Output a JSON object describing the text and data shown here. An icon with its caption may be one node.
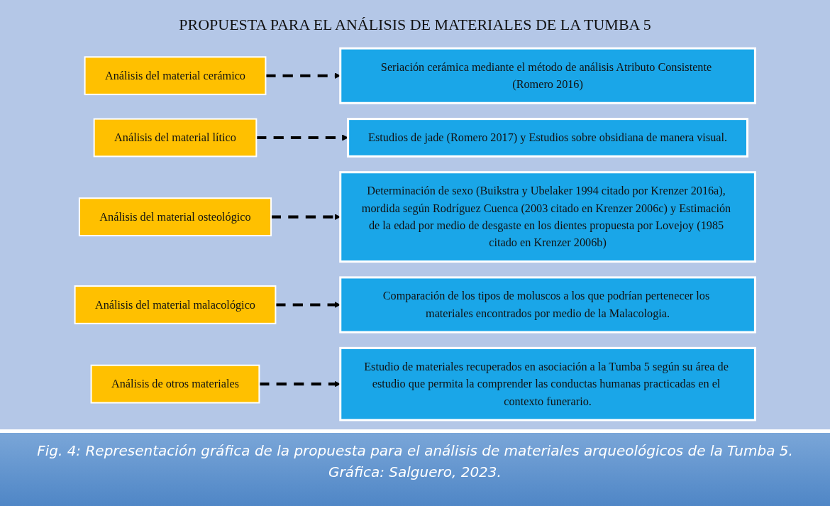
{
  "diagram": {
    "title": "PROPUESTA PARA EL ANÁLISIS DE MATERIALES DE LA TUMBA 5",
    "caption": "Fig. 4: Representación gráfica de la propuesta para el análisis de materiales arqueológicos de la Tumba 5. Gráfica: Salguero, 2023.",
    "nodes": [
      {
        "text": [
          "Análisis del material cerámico"
        ]
      },
      {
        "text": [
          "Seriación cerámica mediante el método de análisis Atributo Consistente (Romero 2016)"
        ]
      },
      {
        "text": [
          "Análisis del material lítico"
        ]
      },
      {
        "text": [
          "Estudios de jade (Romero 2017) y Estudios sobre obsidiana de manera visual."
        ]
      },
      {
        "text": [
          "Análisis del material osteológico"
        ]
      },
      {
        "text": [
          "Determinación de sexo (Buikstra y Ubelaker 1994 citado por Krenzer 2016a), mordida según Rodríguez Cuenca (2003 citado en Krenzer 2006c) y Estimación de la edad por medio de desgaste en los dientes propuesta por Lovejoy (1985 citado en Krenzer 2006b)"
        ]
      },
      {
        "text": [
          "Análisis del material malacológico"
        ]
      },
      {
        "text": [
          "Comparación de los tipos de moluscos a los que podrían pertenecer los materiales encontrados por medio de la Malacologia."
        ]
      },
      {
        "text": [
          "Análisis de otros materiales"
        ]
      },
      {
        "text": [
          "Estudio de materiales recuperados en asociación a la Tumba 5 según su área de estudio que permita la comprender las conductas humanas practicadas en el contexto funerario."
        ]
      }
    ],
    "edges": [
      {
        "from": 0,
        "to": 1,
        "arrow": "to",
        "style": "dashed"
      },
      {
        "from": 2,
        "to": 3,
        "arrow": "to",
        "style": "dashed"
      },
      {
        "from": 4,
        "to": 5,
        "arrow": "to",
        "style": "dashed"
      },
      {
        "from": 6,
        "to": 7,
        "arrow": "to",
        "style": "dashed"
      },
      {
        "from": 8,
        "to": 9,
        "arrow": "to",
        "style": "dashed"
      }
    ]
  }
}
